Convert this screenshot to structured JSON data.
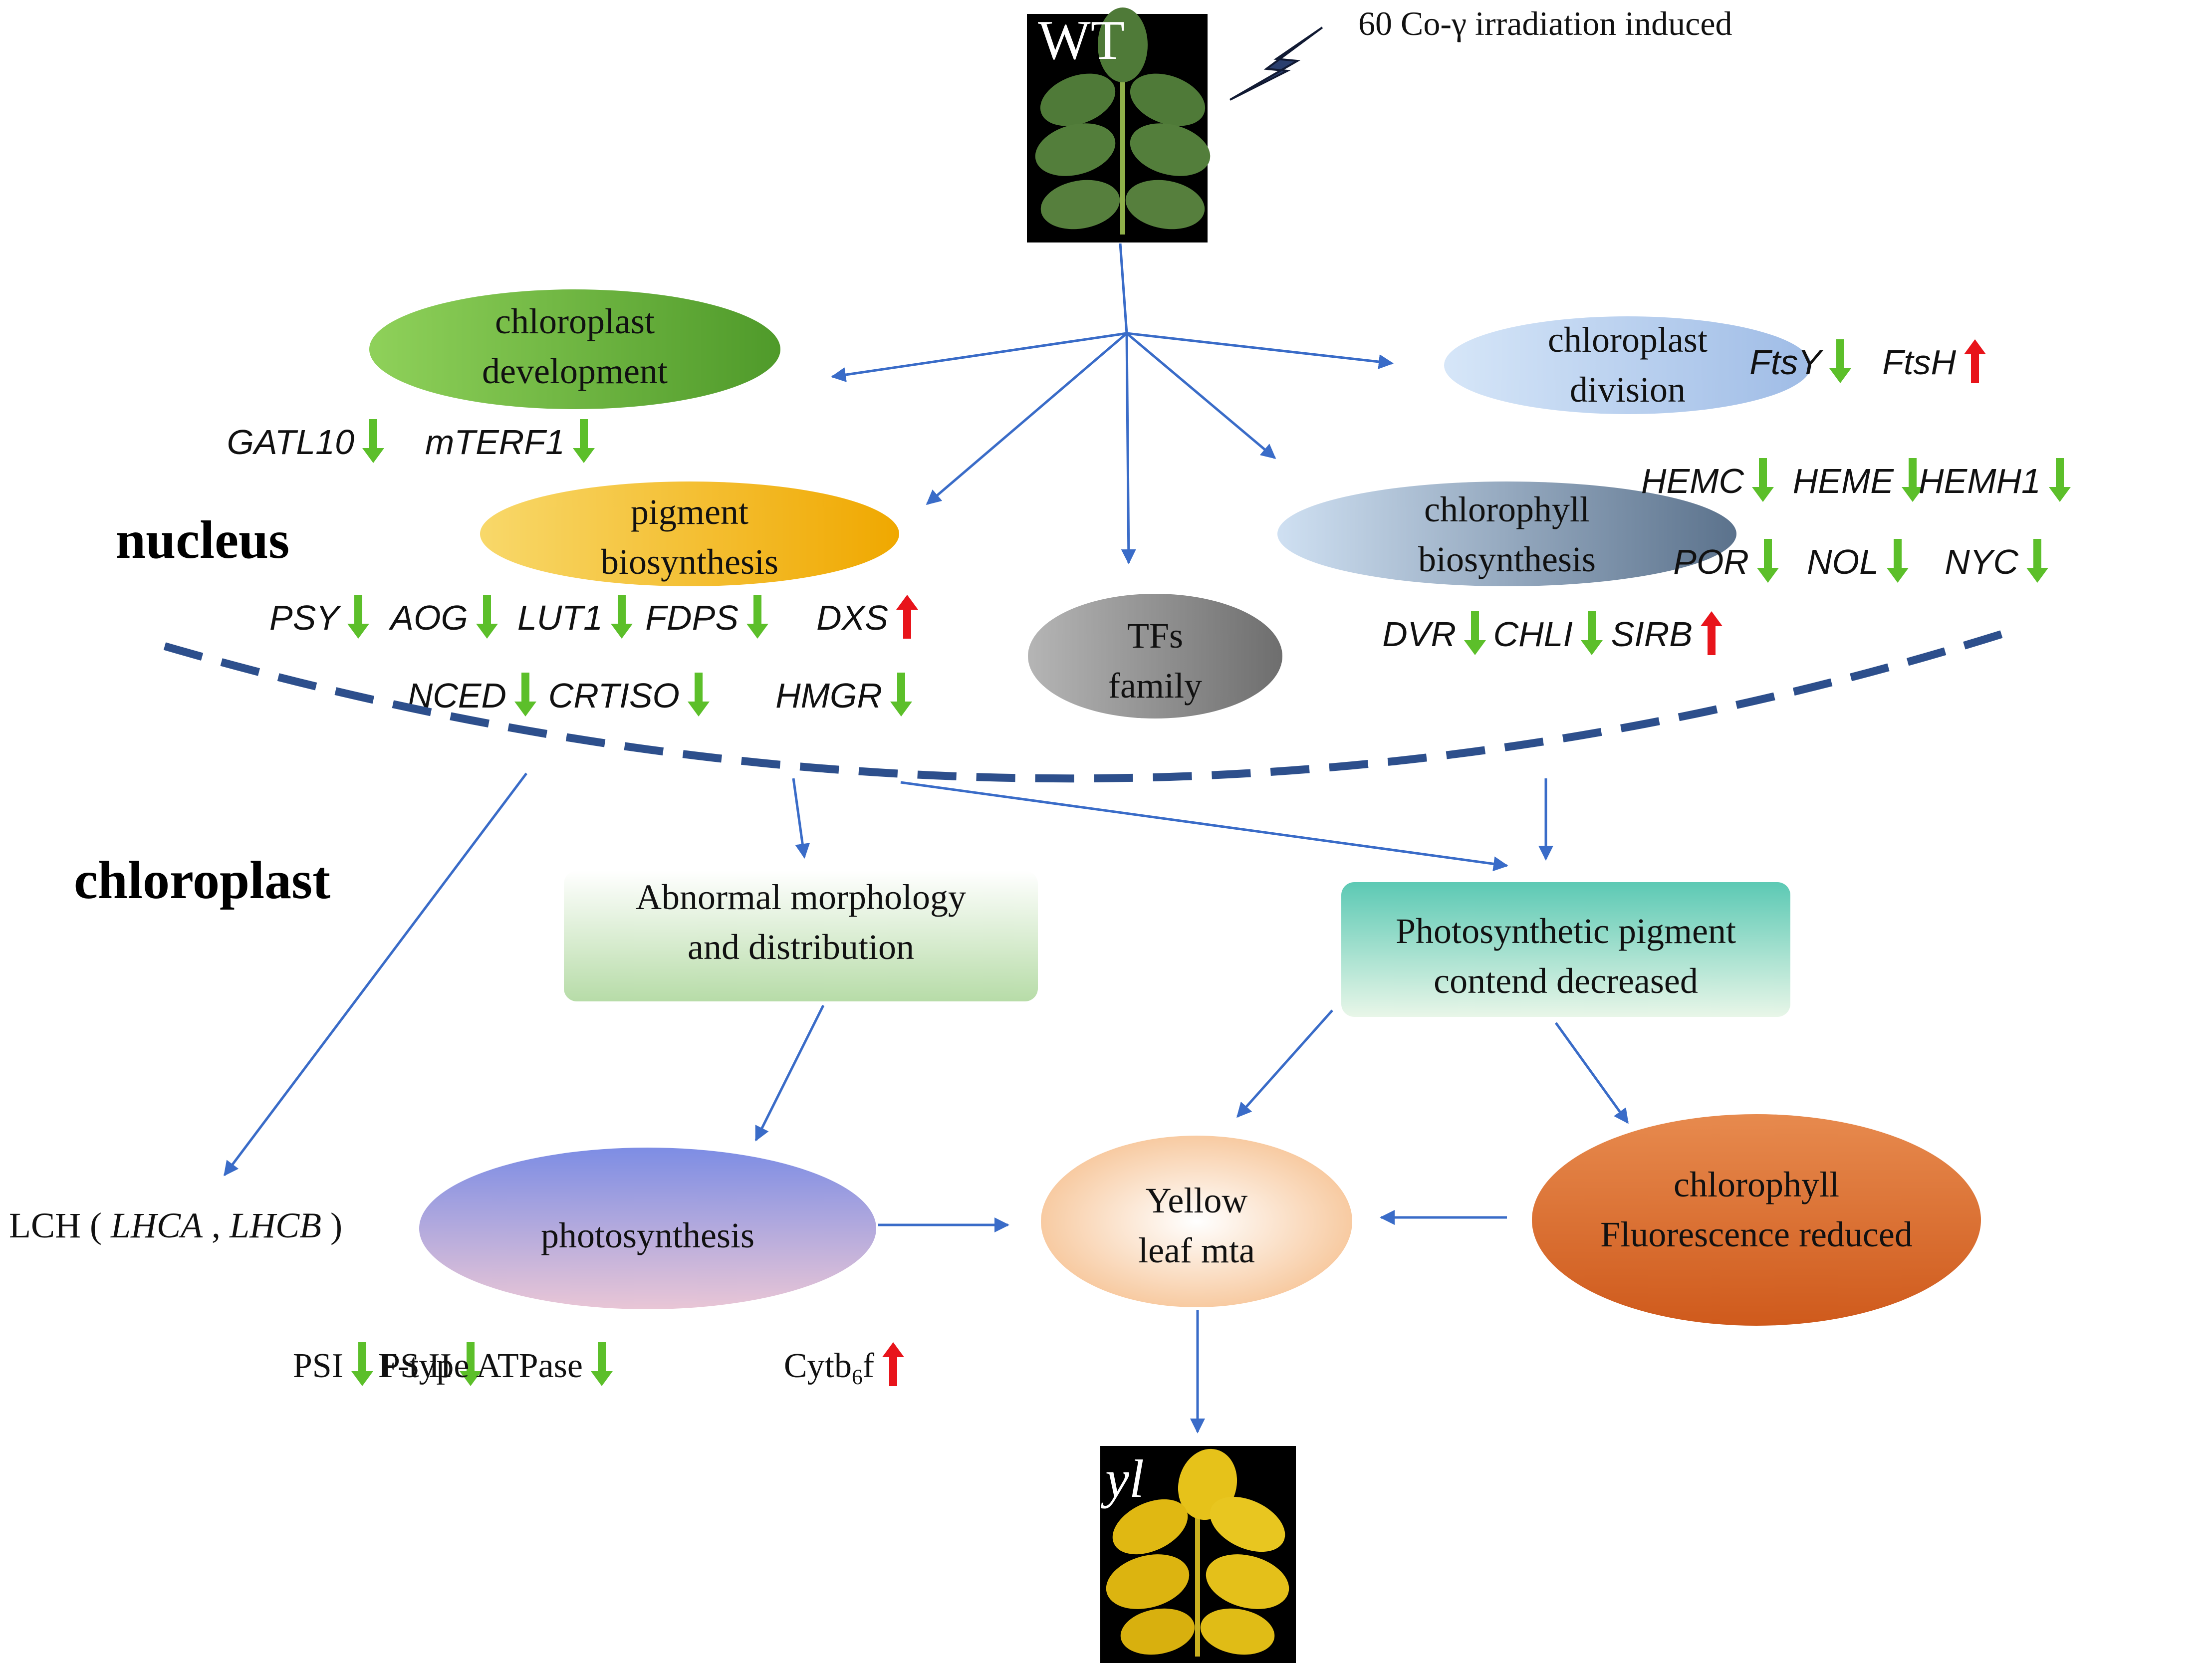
{
  "wt": {
    "label": "WT"
  },
  "irradiation": {
    "label": "60 Co-γ irradiation induced"
  },
  "regions": {
    "nucleus": "nucleus",
    "chloroplast": "chloroplast"
  },
  "nodes": {
    "chloroplast_development": {
      "line1": "chloroplast",
      "line2": "development",
      "color": "#6ab33a"
    },
    "chloroplast_division": {
      "line1": "chloroplast",
      "line2": "division",
      "color": "#b9cfee"
    },
    "pigment_biosynthesis": {
      "line1": "pigment",
      "line2": "biosynthesis",
      "color": "#f5b800"
    },
    "chlorophyll_biosynthesis": {
      "line1": "chlorophyll",
      "line2": "biosynthesis",
      "color": "#9fb6d2"
    },
    "tfs_family": {
      "line1": "TFs",
      "line2": "family",
      "color": "#8c8c8c"
    },
    "abnormal_morphology": {
      "line1": "Abnormal morphology",
      "line2": "and distribution",
      "color": "#cfe7c7"
    },
    "pigment_content": {
      "line1": "Photosynthetic pigment",
      "line2": "contend decreased",
      "color": "#7fd3c1"
    },
    "photosynthesis": {
      "line1": "photosynthesis",
      "color": "#8c95e0"
    },
    "yellow_leaf": {
      "line1": "Yellow",
      "line2": "leaf mta",
      "color": "#f7cfa7"
    },
    "chlorophyll_fluorescence": {
      "line1": "chlorophyll",
      "line2": "Fluorescence reduced",
      "color": "#dc6a2a"
    }
  },
  "genes": {
    "development": [
      {
        "name": "GATL10",
        "dir": "down"
      },
      {
        "name": "mTERF1",
        "dir": "down"
      }
    ],
    "division": [
      {
        "name": "FtsY",
        "dir": "down"
      },
      {
        "name": "FtsH",
        "dir": "up"
      }
    ],
    "pigment_row1": [
      {
        "name": "PSY",
        "dir": "down"
      },
      {
        "name": "AOG",
        "dir": "down"
      },
      {
        "name": "LUT1",
        "dir": "down"
      },
      {
        "name": "FDPS",
        "dir": "down"
      },
      {
        "name": "DXS",
        "dir": "up"
      }
    ],
    "pigment_row2": [
      {
        "name": "NCED",
        "dir": "down"
      },
      {
        "name": "CRTISO",
        "dir": "down"
      },
      {
        "name": "HMGR",
        "dir": "down"
      }
    ],
    "chlorophyll_row1": [
      {
        "name": "HEMC",
        "dir": "down"
      },
      {
        "name": "HEME",
        "dir": "down"
      },
      {
        "name": "HEMH1",
        "dir": "down"
      }
    ],
    "chlorophyll_row2": [
      {
        "name": "POR",
        "dir": "down"
      },
      {
        "name": "NOL",
        "dir": "down"
      },
      {
        "name": "NYC",
        "dir": "down"
      }
    ],
    "chlorophyll_row3": [
      {
        "name": "DVR",
        "dir": "down"
      },
      {
        "name": "CHLI",
        "dir": "down"
      },
      {
        "name": "SIRB",
        "dir": "up"
      }
    ],
    "photosystem": [
      {
        "name": "PSI",
        "dir": "down"
      },
      {
        "name": "PS II",
        "dir": "down"
      },
      {
        "name": "F-type ATPase",
        "dir": "down"
      },
      {
        "name": "Cytb",
        "sub": "6",
        "suffix": "f",
        "dir": "up"
      }
    ]
  },
  "lch": {
    "prefix": "LCH (",
    "a": "LHCA",
    "sep": ",",
    "b": "LHCB",
    "suffix": ")"
  },
  "yl": {
    "label": "yl"
  },
  "colors": {
    "arrow": "#3a6cc8",
    "down": "#5cbf2a",
    "up": "#e8141b",
    "dashed": "#2d4f8c"
  }
}
